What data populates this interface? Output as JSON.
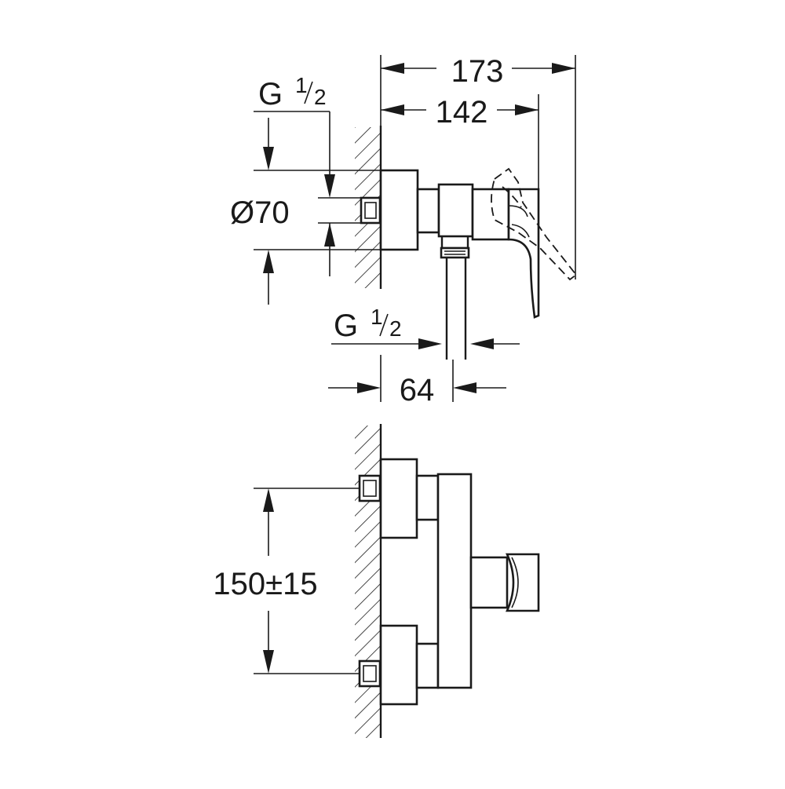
{
  "dimensions": {
    "overall_depth": "173",
    "body_depth": "142",
    "thread_top_main": "G",
    "thread_top_num": "1",
    "thread_top_den": "2",
    "rosette_diameter": "Ø70",
    "thread_bottom_main": "G",
    "thread_bottom_num": "1",
    "thread_bottom_den": "2",
    "outlet_offset": "64",
    "inlet_spacing": "150±15"
  }
}
